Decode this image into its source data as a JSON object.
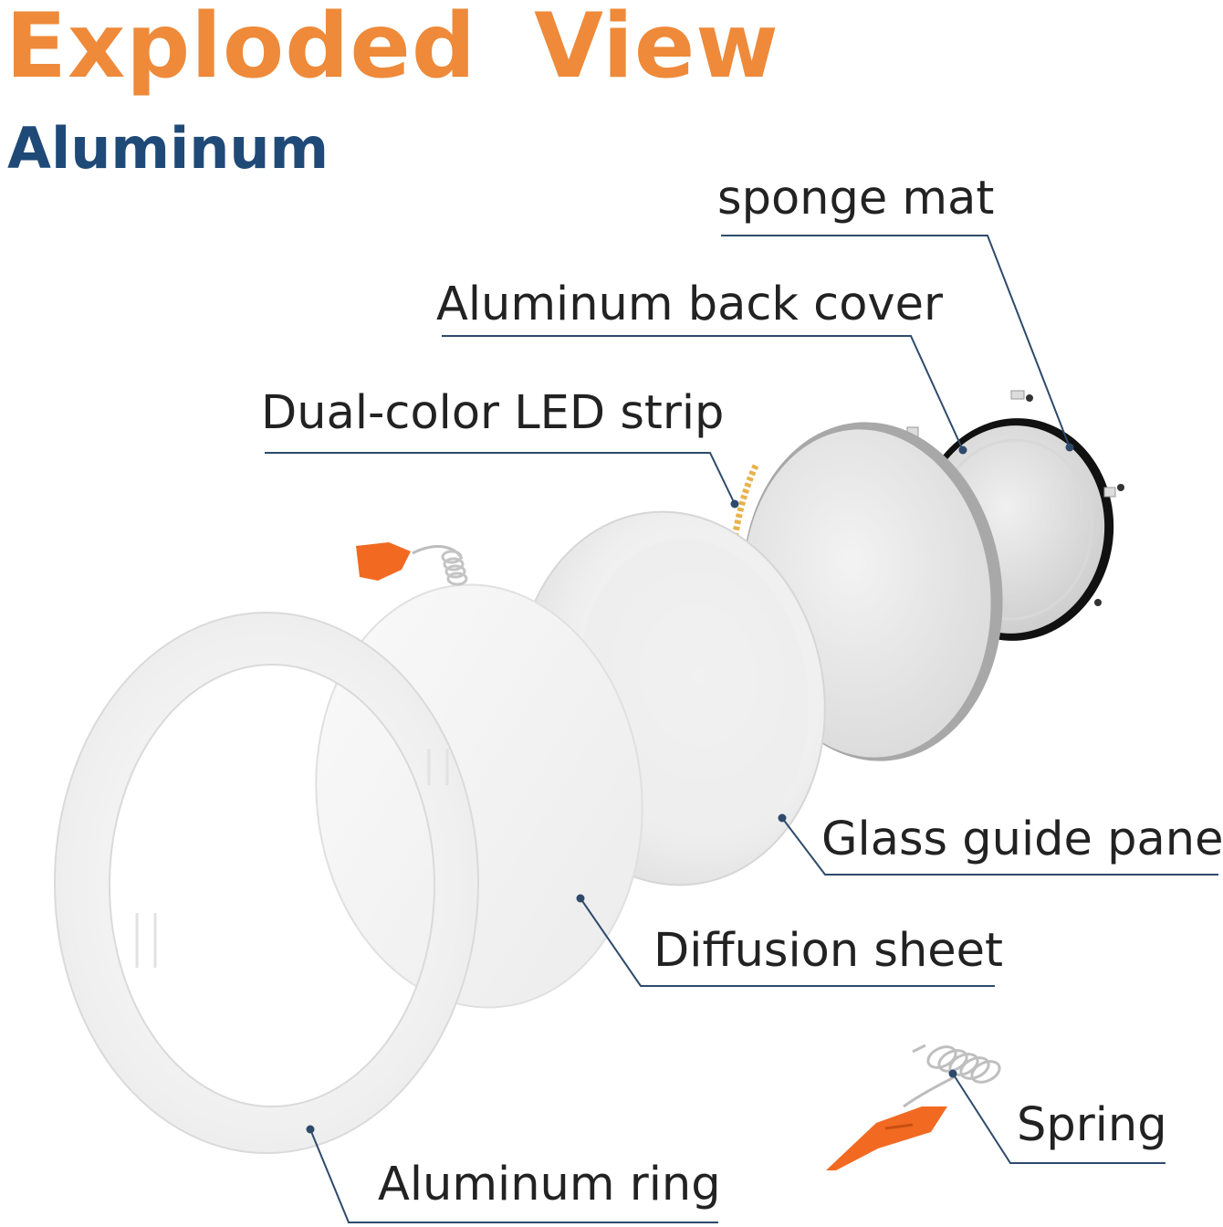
{
  "title": "Exploded  View",
  "subtitle": "Aluminum",
  "labels": {
    "sponge_mat": "sponge mat",
    "aluminum_back_cover": "Aluminum back cover",
    "led_strip": "Dual-color LED strip",
    "glass_guide_panel": "Glass guide panel",
    "diffusion_sheet": "Diffusion sheet",
    "spring": "Spring",
    "aluminum_ring": "Aluminum ring"
  },
  "colors": {
    "title": "#ee8a3a",
    "subtitle": "#1f4a77",
    "leader_line": "#2e4a6b",
    "clip": "#f26a22"
  }
}
